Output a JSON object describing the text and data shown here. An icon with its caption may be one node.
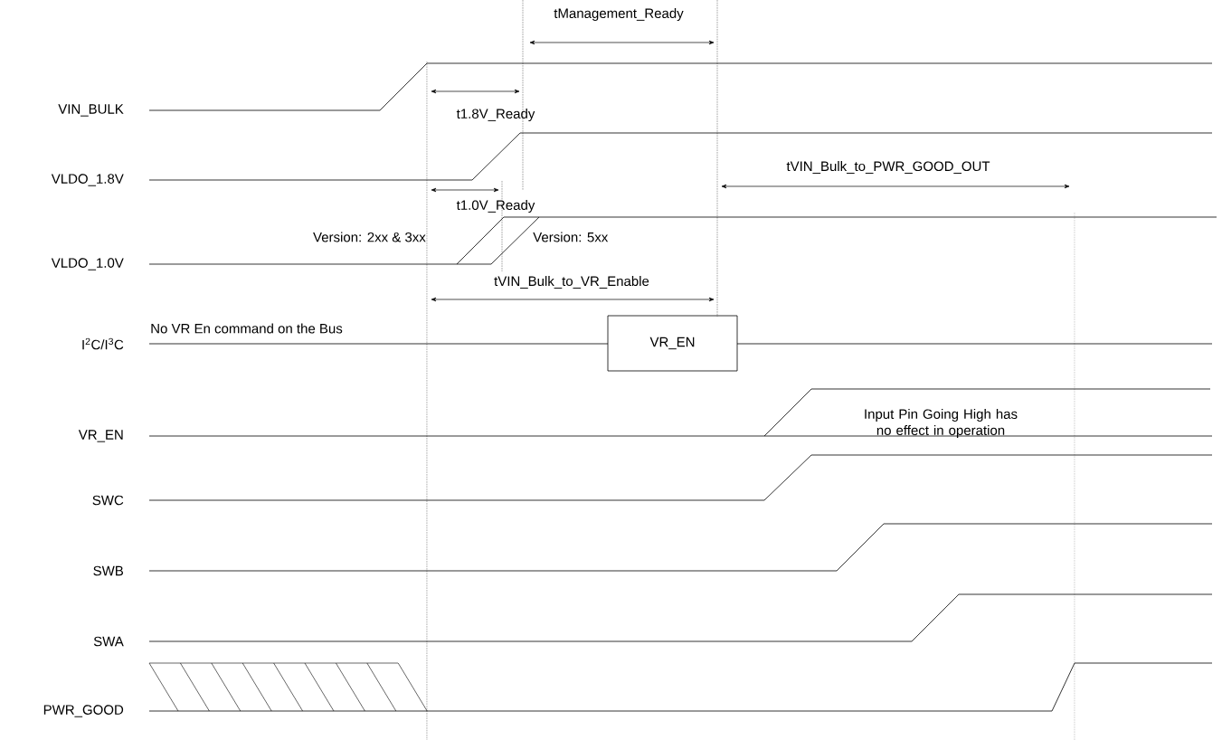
{
  "diagram": {
    "nodes": [
      {
        "text": [
          "VR_EN"
        ]
      }
    ],
    "labels": [
      "tManagement_Ready",
      "VIN_BULK",
      "t1.8V_Ready",
      "VLDO_1.8V",
      "tVIN_Bulk_to_PWR_GOOD_OUT",
      "t1.0V_Ready",
      "Version: 2xx & 3xx",
      "Version: 5xx",
      "VLDO_1.0V",
      "tVIN_Bulk_to_VR_Enable",
      "No VR En command on the Bus",
      "I$^{2}$C/I$^{3}$C",
      "Input Pin Going High has no effect in operation",
      "VR_EN",
      "SWC",
      "SWB",
      "SWA",
      "PWR_GOOD"
    ]
  }
}
